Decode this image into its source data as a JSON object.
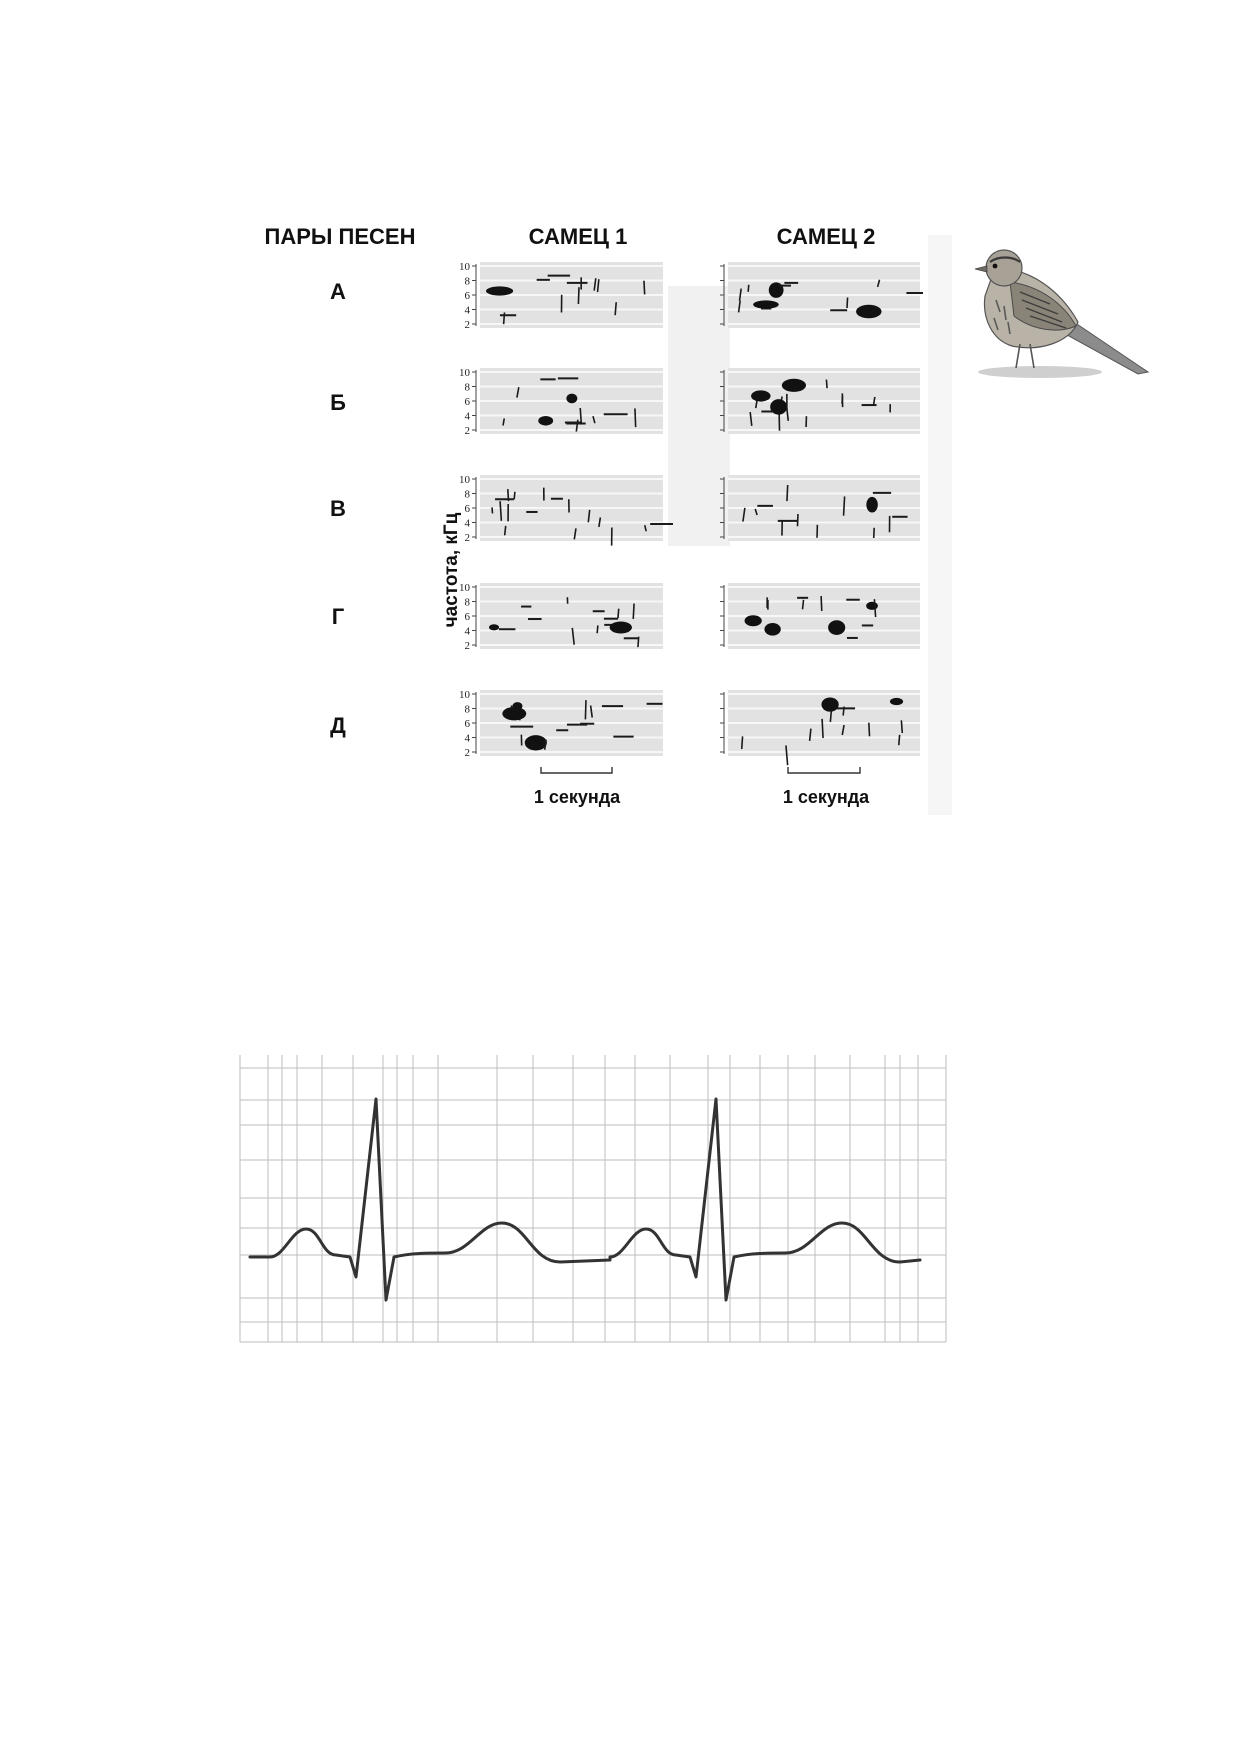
{
  "headers": {
    "pairs": "ПАРЫ ПЕСЕН",
    "male1": "САМЕЦ 1",
    "male2": "САМЕЦ 2"
  },
  "row_labels": [
    "А",
    "Б",
    "В",
    "Г",
    "Д"
  ],
  "y_axis_label": "частота, кГц",
  "y_ticks": [
    "10",
    "8",
    "6",
    "4",
    "2"
  ],
  "time_scale_label": "1 секунда",
  "icons": {
    "bird": "sparrow-illustration",
    "ecg": "ecg-trace"
  }
}
